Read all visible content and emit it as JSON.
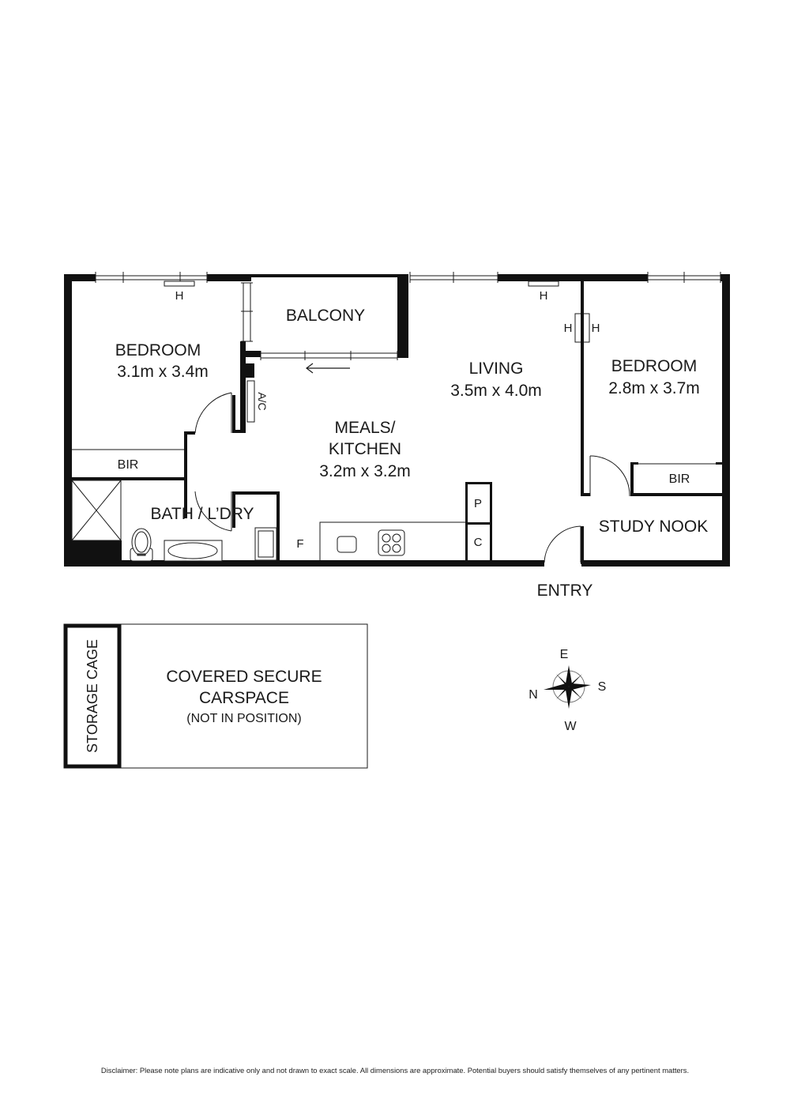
{
  "floorplan": {
    "rooms": {
      "bedroom1": {
        "name": "BEDROOM",
        "dims": "3.1m x 3.4m"
      },
      "balcony": {
        "name": "BALCONY"
      },
      "living": {
        "name": "LIVING",
        "dims": "3.5m x 4.0m"
      },
      "bedroom2": {
        "name": "BEDROOM",
        "dims": "2.8m x 3.7m"
      },
      "meals_kitchen": {
        "name_line1": "MEALS/",
        "name_line2": "KITCHEN",
        "dims": "3.2m x 3.2m"
      },
      "bir1": {
        "name": "BIR"
      },
      "bir2": {
        "name": "BIR"
      },
      "bath": {
        "name": "BATH / L’DRY"
      },
      "study": {
        "name": "STUDY NOOK"
      },
      "entry": {
        "name": "ENTRY"
      }
    },
    "fixtures": {
      "heater": "H",
      "ac": "A/C",
      "fridge": "F",
      "pantry": "P",
      "cupboard": "C"
    },
    "parking": {
      "storage": "STORAGE CAGE",
      "carspace_line1": "COVERED SECURE",
      "carspace_line2": "CARSPACE",
      "carspace_note": "(NOT IN POSITION)"
    },
    "compass": {
      "top": "E",
      "right": "S",
      "bottom": "W",
      "left": "N"
    },
    "colors": {
      "wall": "#111111",
      "line": "#1a1a1a",
      "background": "#ffffff"
    }
  },
  "disclaimer": "Disclaimer: Please note plans are indicative only and not drawn to exact scale. All dimensions are approximate. Potential buyers should satisfy themselves of any pertinent matters."
}
